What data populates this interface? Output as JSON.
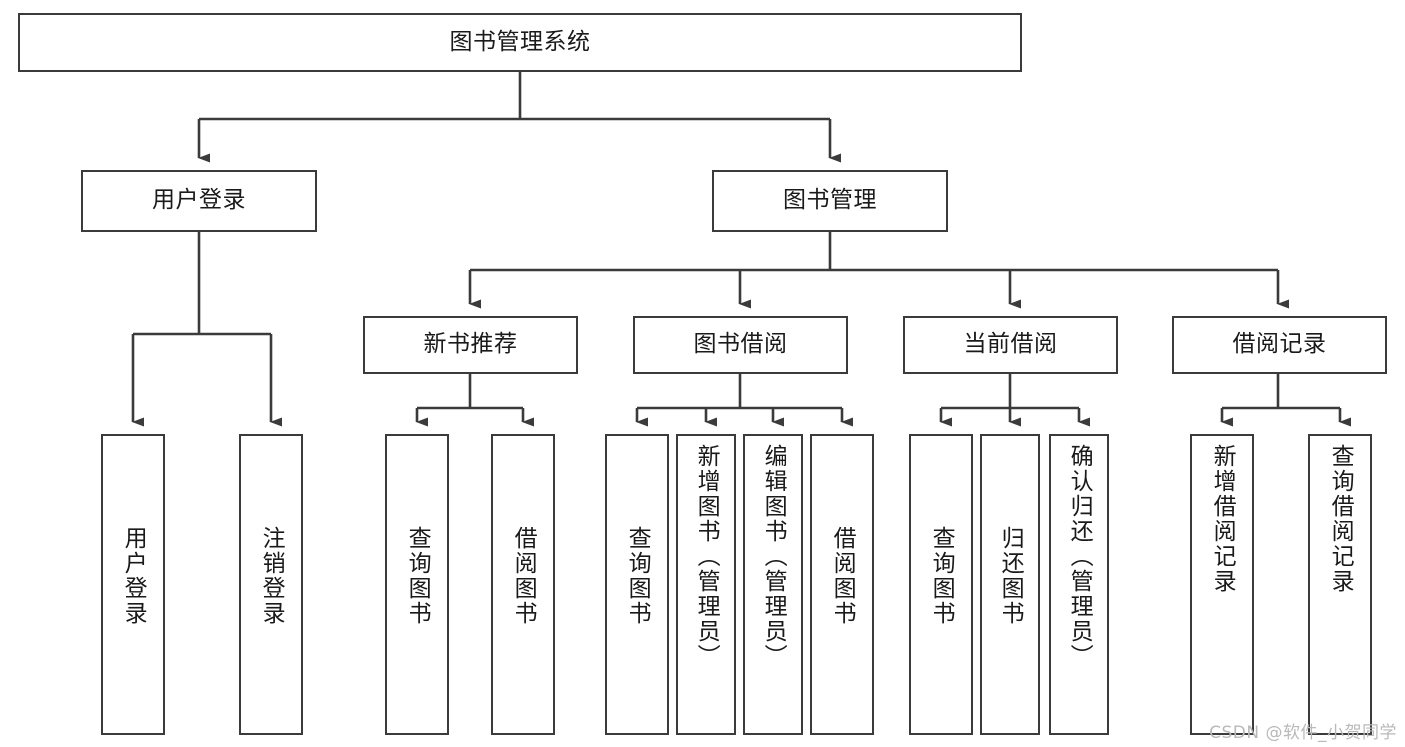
{
  "diagram": {
    "type": "tree-hierarchy",
    "title": "图书管理系统",
    "watermark": "CSDN @软件_小贺同学",
    "colors": {
      "box_border": "#3b3b3b",
      "box_fill": "#ffffff",
      "connector": "#3b3b3b",
      "text": "#1a1a1a",
      "watermark": "#b9b9b9"
    },
    "nodes": {
      "root": {
        "label": "图书管理系统"
      },
      "level2": [
        {
          "id": "user-login",
          "label": "用户登录"
        },
        {
          "id": "book-manage",
          "label": "图书管理"
        }
      ],
      "level3": [
        {
          "id": "new-book-recommend",
          "label": "新书推荐"
        },
        {
          "id": "book-borrow",
          "label": "图书借阅"
        },
        {
          "id": "current-borrow",
          "label": "当前借阅"
        },
        {
          "id": "borrow-record",
          "label": "借阅记录"
        }
      ],
      "leaves": {
        "user_login": [
          {
            "id": "leaf-user-login",
            "label": "用户登录"
          },
          {
            "id": "leaf-logout",
            "label": "注销登录"
          }
        ],
        "new_book_recommend": [
          {
            "id": "leaf-query-book-1",
            "label": "查询图书"
          },
          {
            "id": "leaf-borrow-book-1",
            "label": "借阅图书"
          }
        ],
        "book_borrow": [
          {
            "id": "leaf-query-book-2",
            "label": "查询图书"
          },
          {
            "id": "leaf-add-book",
            "label": "新增图书（管理员）"
          },
          {
            "id": "leaf-edit-book",
            "label": "编辑图书（管理员）"
          },
          {
            "id": "leaf-borrow-book-2",
            "label": "借阅图书"
          }
        ],
        "current_borrow": [
          {
            "id": "leaf-query-book-3",
            "label": "查询图书"
          },
          {
            "id": "leaf-return-book",
            "label": "归还图书"
          },
          {
            "id": "leaf-confirm-return",
            "label": "确认归还（管理员）"
          }
        ],
        "borrow_record": [
          {
            "id": "leaf-add-record",
            "label": "新增借阅记录"
          },
          {
            "id": "leaf-query-record",
            "label": "查询借阅记录"
          }
        ]
      }
    }
  }
}
